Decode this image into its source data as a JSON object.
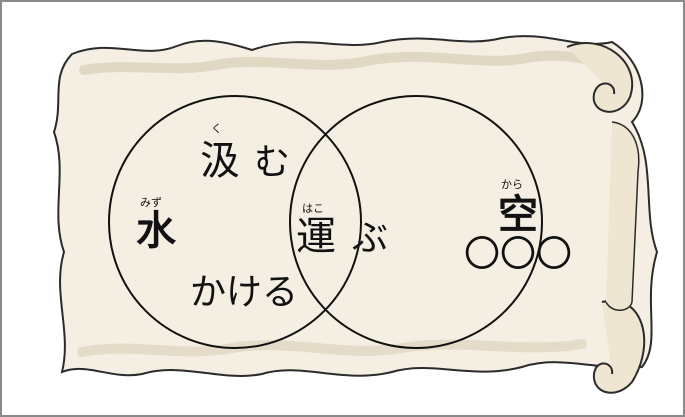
{
  "left_set": {
    "label": "水",
    "reading": "みず",
    "items": [
      {
        "text": "汲む",
        "kanji": "汲",
        "kana": "む",
        "reading": "く"
      },
      {
        "text": "かける"
      }
    ]
  },
  "intersection": {
    "items": [
      {
        "text": "運ぶ",
        "kanji": "運",
        "kana": "ぶ",
        "reading": "はこ"
      }
    ]
  },
  "right_set": {
    "label": "空",
    "reading": "から",
    "blanks": "〇〇〇"
  },
  "colors": {
    "parchment": "#f4efe2",
    "parchment_shadow": "#d9cfb8",
    "outline": "#2b2b2b",
    "frame": "#8a8a8a"
  }
}
